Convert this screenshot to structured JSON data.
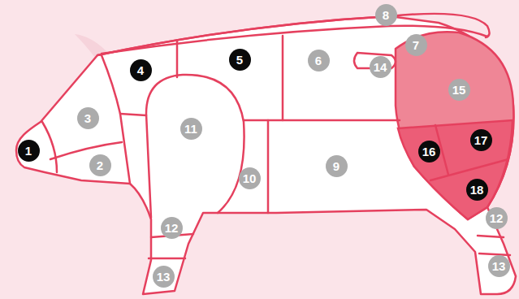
{
  "diagram": {
    "labels": [
      "8",
      "4",
      "5",
      "6",
      "7",
      "14",
      "15",
      "3",
      "11",
      "17",
      "1",
      "2",
      "9",
      "16",
      "10",
      "18",
      "12",
      "12",
      "13",
      "13"
    ]
  }
}
